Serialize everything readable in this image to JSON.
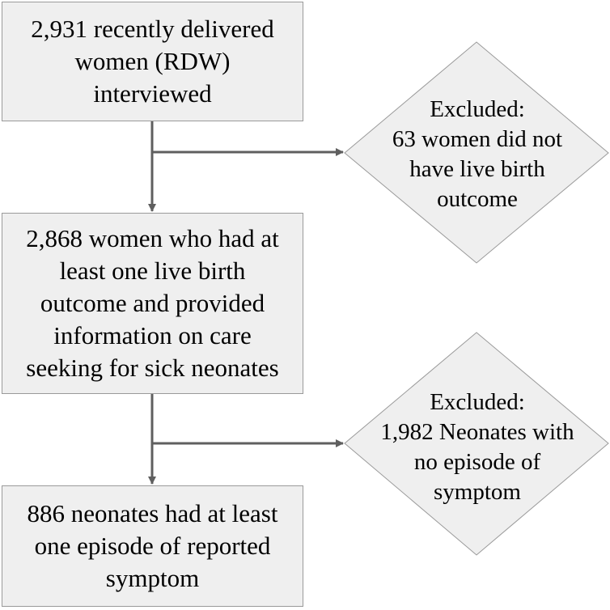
{
  "boxes": {
    "box1": {
      "lines": [
        "2,931 recently delivered",
        "women (RDW)",
        "interviewed"
      ]
    },
    "box2": {
      "lines": [
        "2,868 women who had at",
        "least one live birth",
        "outcome and provided",
        "information on care",
        "seeking for sick neonates"
      ]
    },
    "box3": {
      "lines": [
        "886 neonates had at least",
        "one episode of reported",
        "symptom"
      ]
    }
  },
  "exclusions": {
    "excl1": {
      "lines": [
        "Excluded:",
        "63 women did not",
        "have live birth",
        "outcome"
      ]
    },
    "excl2": {
      "lines": [
        "Excluded:",
        "1,982 Neonates with",
        "no episode of",
        "symptom"
      ]
    }
  },
  "colors": {
    "box_fill": "#efefef",
    "border": "#9a9a9a",
    "connector": "#5f5f5f"
  }
}
